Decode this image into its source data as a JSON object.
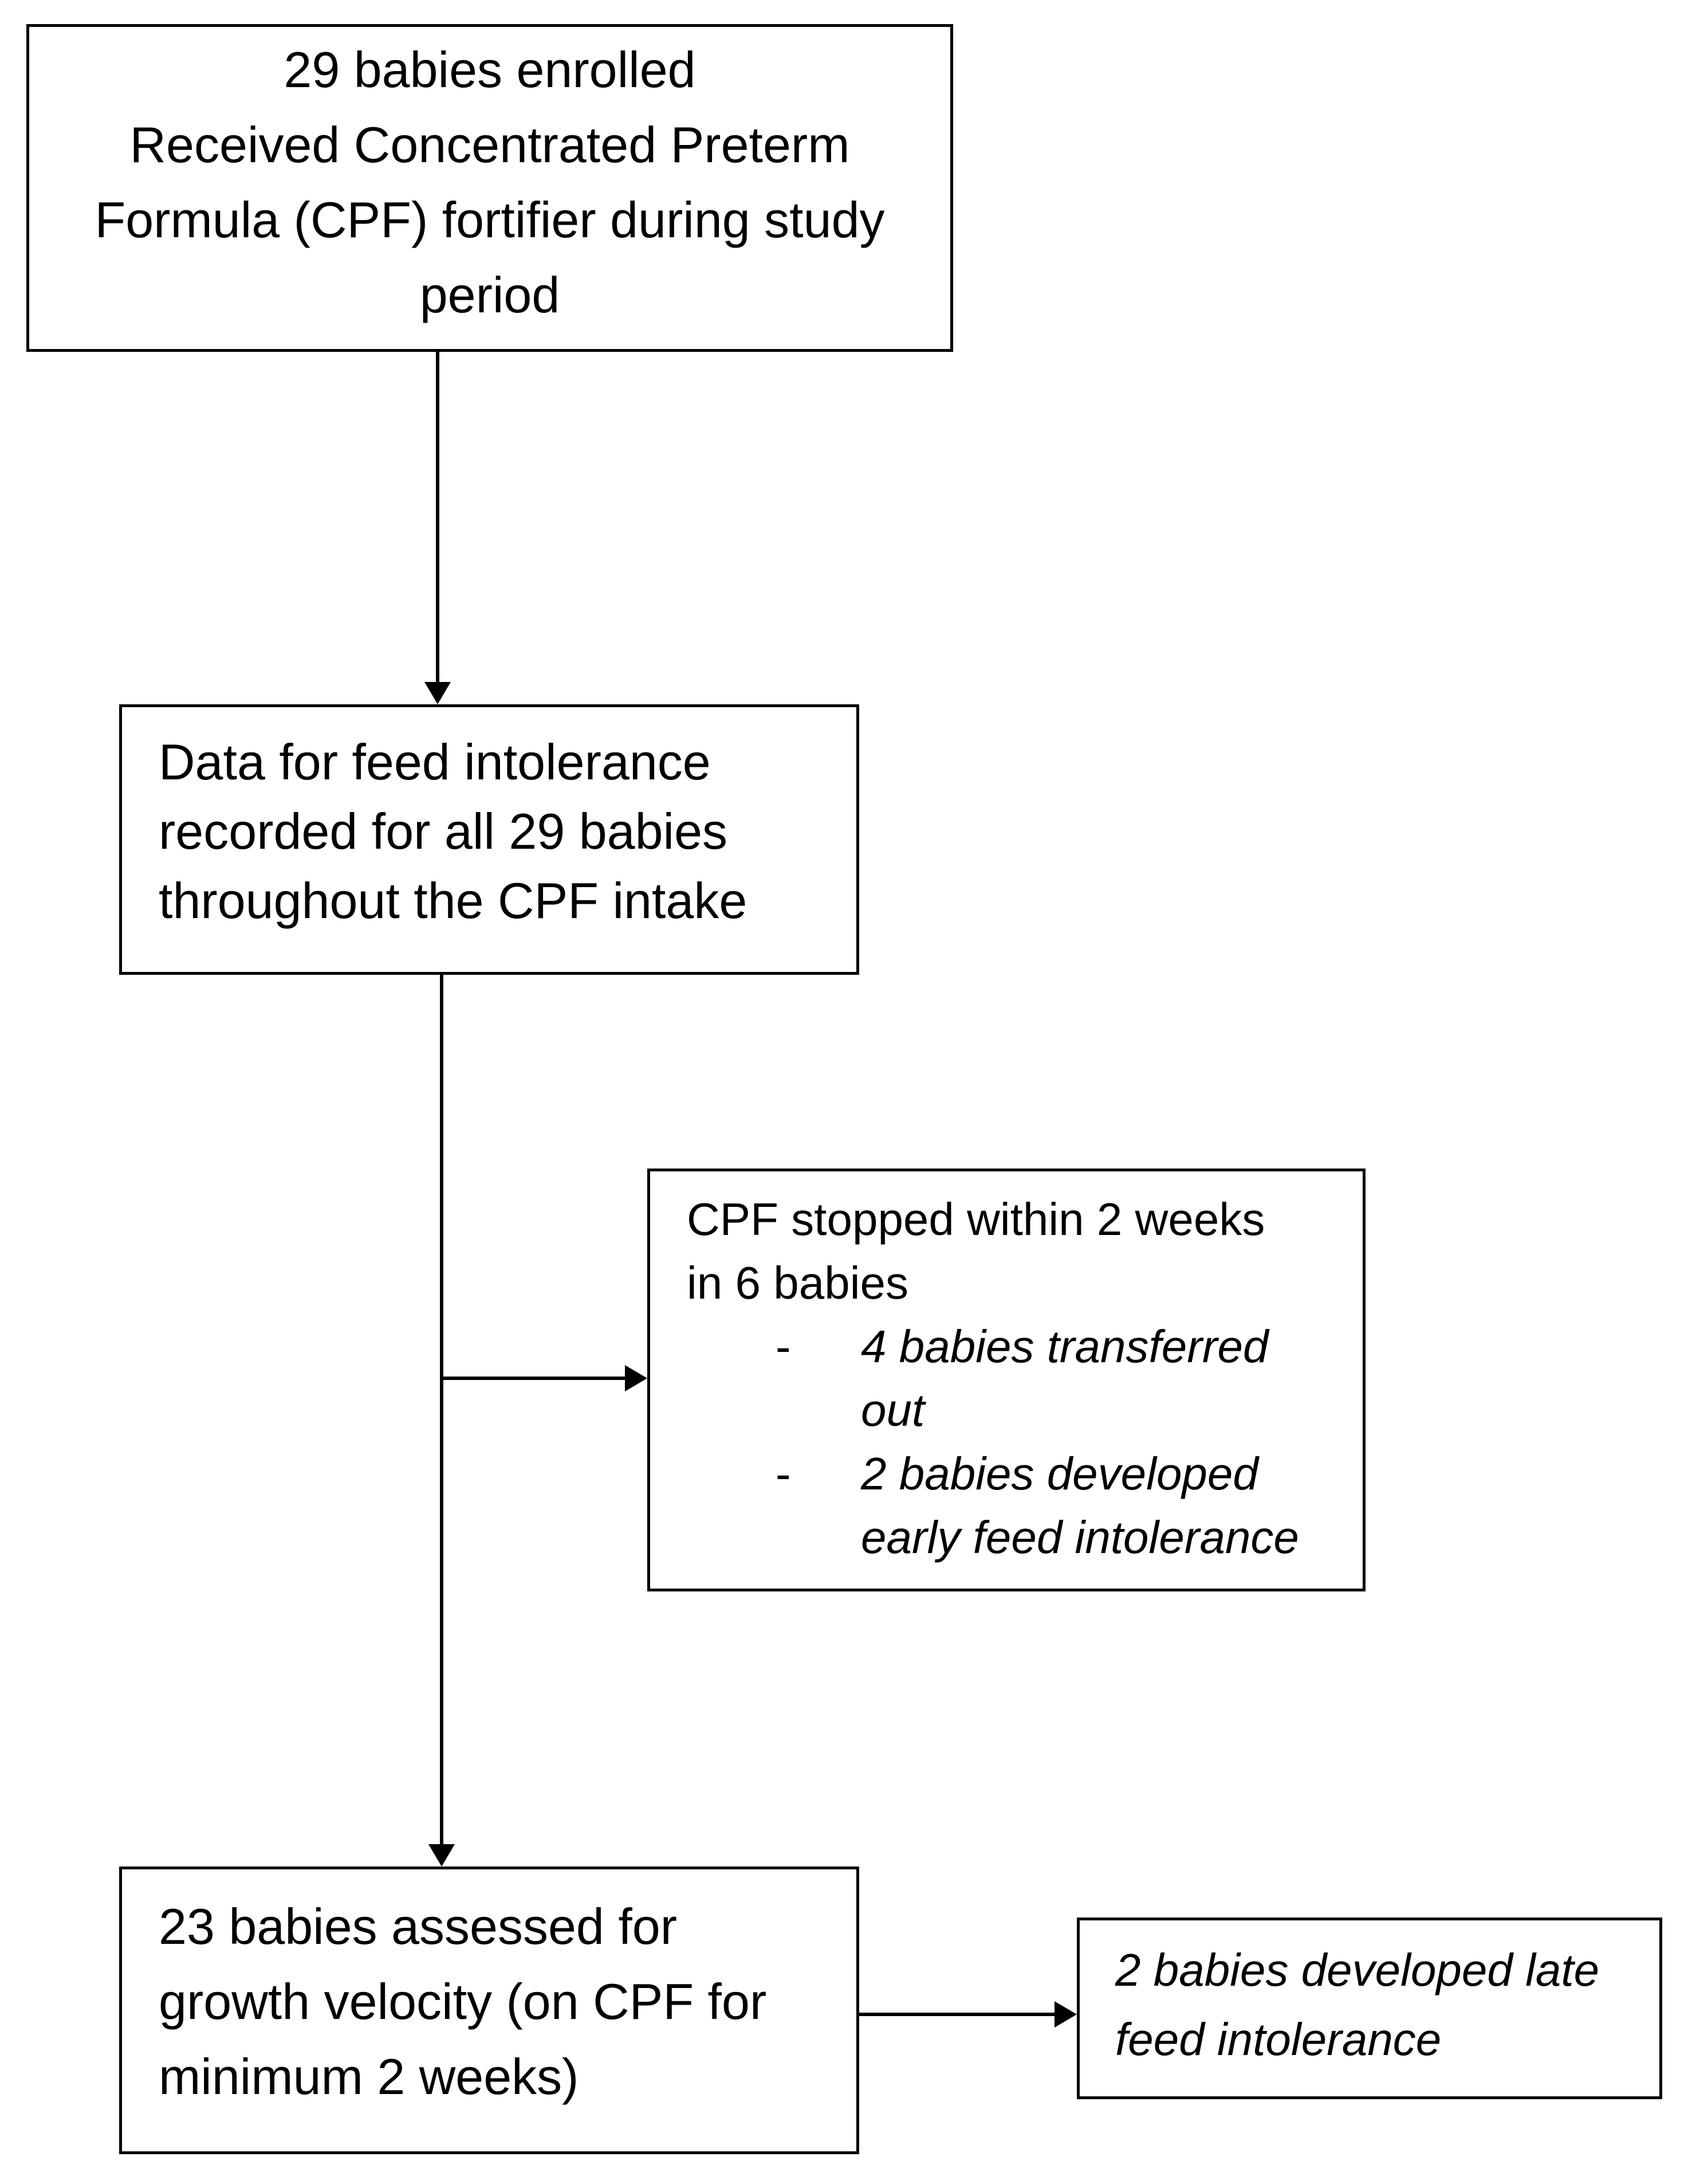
{
  "enrolled_box": {
    "lines": [
      "29 babies enrolled",
      "Received Concentrated Preterm",
      "Formula (CPF) fortifier during study",
      "period"
    ]
  },
  "feed_data_box": {
    "lines": [
      "Data for feed intolerance",
      "recorded for all 29 babies",
      "throughout the CPF intake"
    ]
  },
  "stopped_box": {
    "lines": [
      "CPF stopped within 2 weeks",
      "in 6 babies"
    ],
    "bullet_marker": "-",
    "items": [
      {
        "lines": [
          "4 babies transferred",
          "out"
        ]
      },
      {
        "lines": [
          "2 babies developed",
          "early feed intolerance"
        ]
      }
    ]
  },
  "growth_box": {
    "lines": [
      "23 babies assessed for",
      "growth velocity (on CPF for",
      "minimum 2 weeks)"
    ]
  },
  "late_box": {
    "lines": [
      "2 babies developed late",
      "feed intolerance"
    ]
  }
}
